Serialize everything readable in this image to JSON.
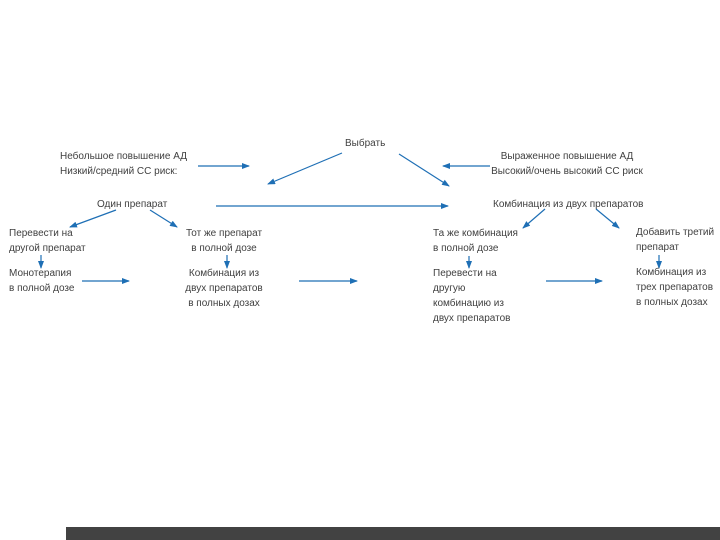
{
  "figure": {
    "choose": "Выбрать",
    "mild": {
      "lines": [
        "Небольшое повышение АД",
        "Низкий/средний СС риск:"
      ]
    },
    "severe": {
      "lines": [
        "Выраженное повышение АД",
        "Высокий/очень высокий СС риск"
      ]
    },
    "one_drug": "Один препарат",
    "two_drug_combo": "Комбинация из двух препаратов",
    "col1_switch": {
      "lines": [
        "Перевести на",
        "другой препарат"
      ]
    },
    "col1_mono": {
      "lines": [
        "Монотерапия",
        "в полной дозе"
      ]
    },
    "col2_same_drug": {
      "lines": [
        "Тот же препарат",
        "в полной дозе"
      ]
    },
    "col2_combo": {
      "lines": [
        "Комбинация из",
        "двух препаратов",
        "в полных дозах"
      ]
    },
    "col3_same_combo": {
      "lines": [
        "Та же комбинация",
        "в полной дозе"
      ]
    },
    "col3_switch_combo": {
      "lines": [
        "Перевести на",
        "другую",
        "комбинацию из",
        "двух препаратов"
      ]
    },
    "col4_add_third": {
      "lines": [
        "Добавить третий",
        "препарат"
      ]
    },
    "col4_three_combo": {
      "lines": [
        "Комбинация из",
        "трех препаратов",
        "в полных дозах"
      ]
    }
  },
  "colors": {
    "arrow": "#1e6fb5",
    "text": "#3f3f3f",
    "bar": "#424242",
    "background": "#ffffff"
  }
}
